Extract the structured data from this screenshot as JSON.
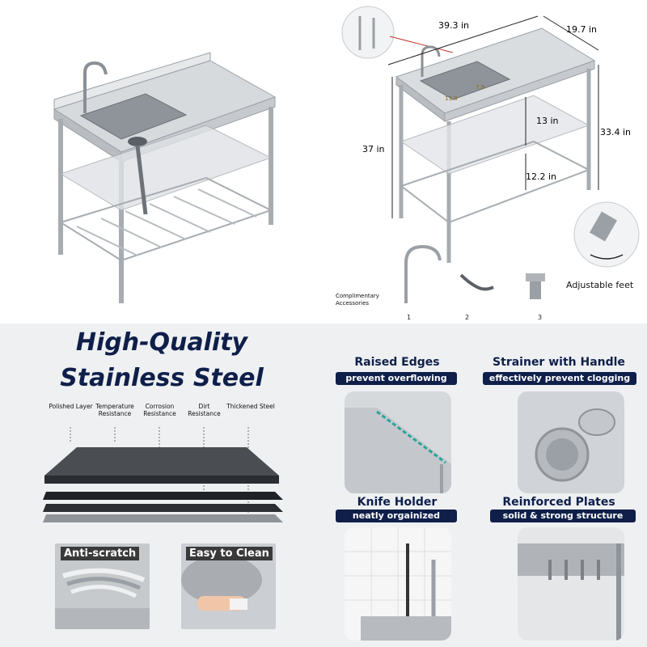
{
  "dimensions": {
    "width": "39.3 in",
    "depth": "19.7 in",
    "height_total": "37 in",
    "height_right": "33.4 in",
    "basin_depth": "13 in",
    "shelf_gap": "12.2 in",
    "basin_w": "13.8",
    "basin_h": "7.9"
  },
  "accessories": {
    "label": "Complimentary Accessories",
    "items": [
      "1",
      "2",
      "3"
    ]
  },
  "adjustable_feet": "Adjustable feet",
  "headline": {
    "line1": "High-Quality",
    "line2": "Stainless Steel"
  },
  "layers": [
    "Polished Layer",
    "Temperature Resistance",
    "Corrosion Resistance",
    "Dirt Resistance",
    "Thickened Steel"
  ],
  "badges": {
    "anti_scratch": "Anti-scratch",
    "easy_clean": "Easy to Clean"
  },
  "features": [
    {
      "title": "Raised Edges",
      "subtitle": "prevent overflowing"
    },
    {
      "title": "Strainer with Handle",
      "subtitle": "effectively prevent clogging"
    },
    {
      "title": "Knife Holder",
      "subtitle": "neatly orgainized"
    },
    {
      "title": "Reinforced Plates",
      "subtitle": "solid & strong structure"
    }
  ],
  "colors": {
    "navy": "#0f1f4a",
    "steel": "#c9ccd0",
    "bg": "#eef0f2"
  }
}
